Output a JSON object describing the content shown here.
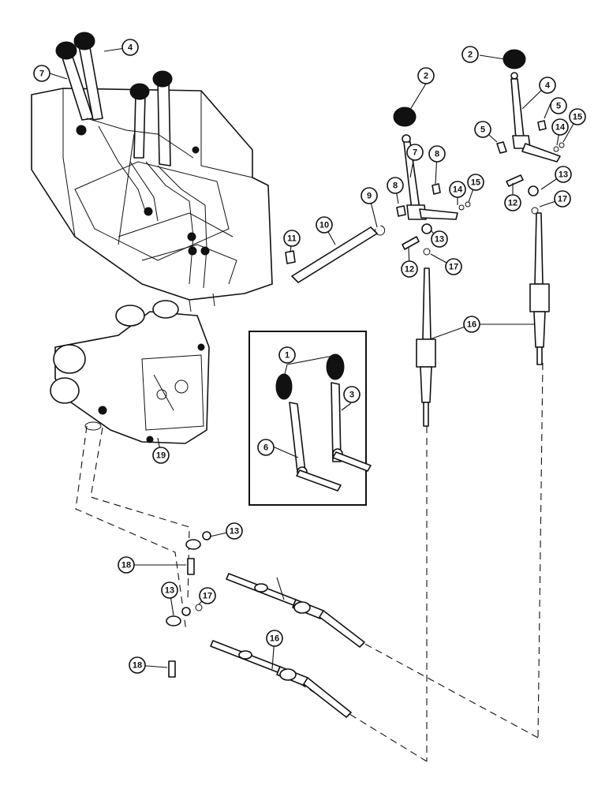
{
  "callouts": [
    {
      "id": "c-1",
      "label": "1"
    },
    {
      "id": "c-2a",
      "label": "2"
    },
    {
      "id": "c-2b",
      "label": "2"
    },
    {
      "id": "c-3",
      "label": "3"
    },
    {
      "id": "c-4a",
      "label": "4"
    },
    {
      "id": "c-4b",
      "label": "4"
    },
    {
      "id": "c-5a",
      "label": "5"
    },
    {
      "id": "c-5b",
      "label": "5"
    },
    {
      "id": "c-6",
      "label": "6"
    },
    {
      "id": "c-7a",
      "label": "7"
    },
    {
      "id": "c-7b",
      "label": "7"
    },
    {
      "id": "c-8a",
      "label": "8"
    },
    {
      "id": "c-8b",
      "label": "8"
    },
    {
      "id": "c-9",
      "label": "9"
    },
    {
      "id": "c-10",
      "label": "10"
    },
    {
      "id": "c-11",
      "label": "11"
    },
    {
      "id": "c-12a",
      "label": "12"
    },
    {
      "id": "c-12b",
      "label": "12"
    },
    {
      "id": "c-13a",
      "label": "13"
    },
    {
      "id": "c-13b",
      "label": "13"
    },
    {
      "id": "c-13c",
      "label": "13"
    },
    {
      "id": "c-13d",
      "label": "13"
    },
    {
      "id": "c-14a",
      "label": "14"
    },
    {
      "id": "c-14b",
      "label": "14"
    },
    {
      "id": "c-15a",
      "label": "15"
    },
    {
      "id": "c-15b",
      "label": "15"
    },
    {
      "id": "c-16a",
      "label": "16"
    },
    {
      "id": "c-16b",
      "label": "16"
    },
    {
      "id": "c-17a",
      "label": "17"
    },
    {
      "id": "c-17b",
      "label": "17"
    },
    {
      "id": "c-17c",
      "label": "17"
    },
    {
      "id": "c-18a",
      "label": "18"
    },
    {
      "id": "c-18b",
      "label": "18"
    },
    {
      "id": "c-19",
      "label": "19"
    }
  ]
}
